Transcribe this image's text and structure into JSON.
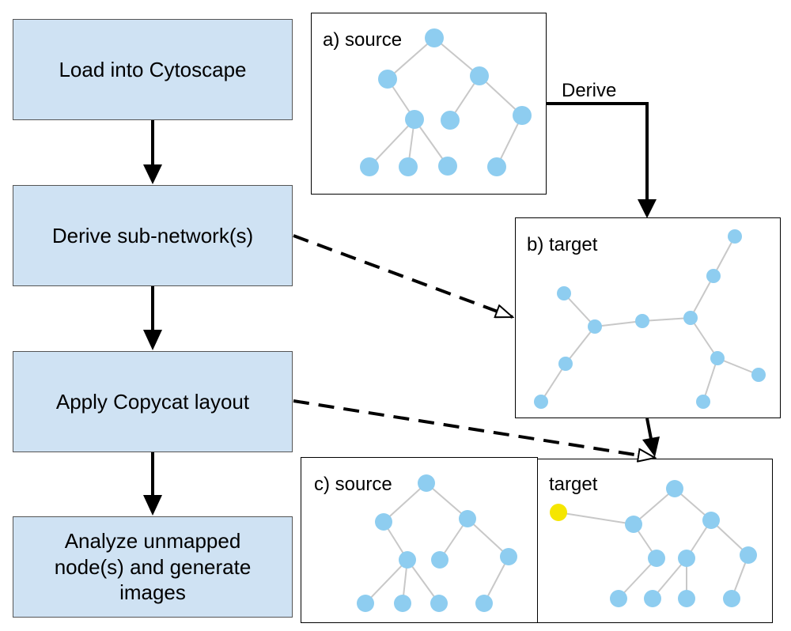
{
  "steps": {
    "load": "Load into Cytoscape",
    "derive": "Derive sub-network(s)",
    "apply": "Apply Copycat layout",
    "analyze": "Analyze unmapped node(s) and generate images"
  },
  "panels": {
    "a_label": "a) source",
    "b_label": "b) target",
    "c_source_label": "c) source",
    "c_target_label": "target"
  },
  "edge_labels": {
    "derive": "Derive"
  },
  "colors": {
    "step_fill": "#cfe2f3",
    "node_fill": "#8ecdf0",
    "unmapped_node_fill": "#f5e600",
    "edge_stroke": "#c8c8c8"
  }
}
